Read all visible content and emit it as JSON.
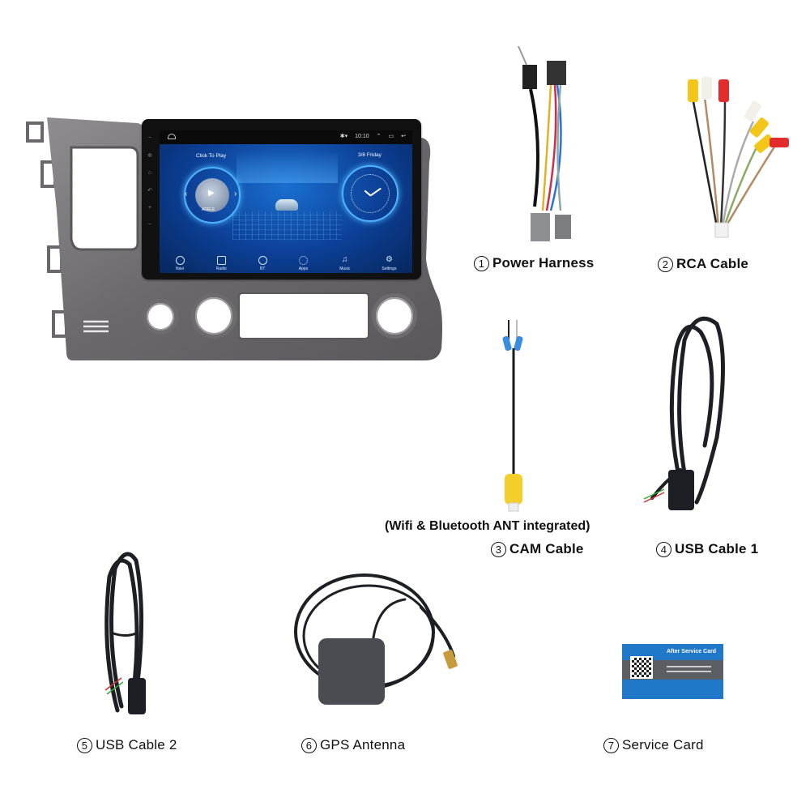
{
  "head_unit": {
    "status_bar": {
      "time": "10:10"
    },
    "widgets": {
      "music_label": "Click To Play",
      "album_text": "ADELE",
      "date_label": "3/8 Friday"
    },
    "dock": [
      {
        "label": "Navi",
        "icon": "location-pin-icon"
      },
      {
        "label": "Radio",
        "icon": "radio-icon"
      },
      {
        "label": "BT",
        "icon": "bluetooth-icon"
      },
      {
        "label": "Apps",
        "icon": "apps-grid-icon"
      },
      {
        "label": "Music",
        "icon": "music-note-icon"
      },
      {
        "label": "Settings",
        "icon": "gear-icon"
      }
    ],
    "colors": {
      "bezel": "#6f6d70",
      "screen": "#0c3f95",
      "accent": "#4fb4ff"
    }
  },
  "accessories": [
    {
      "num": "1",
      "name": "Power Harness"
    },
    {
      "num": "2",
      "name": "RCA Cable"
    },
    {
      "num": "3",
      "name": "CAM Cable"
    },
    {
      "num": "4",
      "name": "USB Cable 1"
    },
    {
      "num": "5",
      "name": "USB Cable 2"
    },
    {
      "num": "6",
      "name": "GPS Antenna"
    },
    {
      "num": "7",
      "name": "Service Card"
    }
  ],
  "note": "(Wifi & Bluetooth ANT integrated)",
  "service_card": {
    "title": "After Service Card",
    "color": "#1f78c8"
  }
}
